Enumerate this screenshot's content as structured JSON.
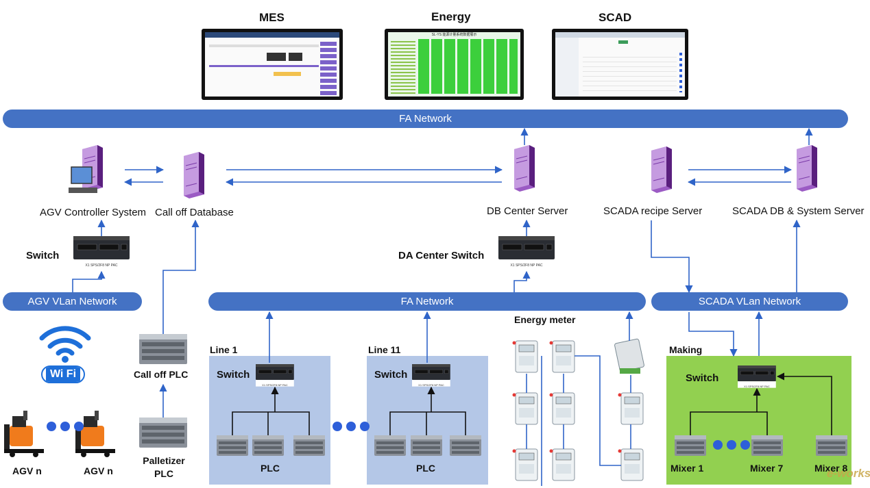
{
  "screens": {
    "mes_label": "MES",
    "energy_label": "Energy",
    "scada_label": "SCAD",
    "energy_screen_title": "SL-YS 能源计量系统数据展示"
  },
  "networks": {
    "fa_top": "FA Network",
    "agv_vlan": "AGV VLan Network",
    "fa_middle": "FA Network",
    "scada_vlan": "SCADA VLan Network"
  },
  "servers": {
    "agv_controller": "AGV Controller System",
    "calloff_db": "Call off Database",
    "db_center": "DB Center Server",
    "scada_recipe": "SCADA recipe Server",
    "scada_db": "SCADA DB & System Server"
  },
  "switches": {
    "agv_switch": "Switch",
    "da_center_switch": "DA Center Switch",
    "line1_switch": "Switch",
    "line11_switch": "Switch",
    "making_switch": "Switch"
  },
  "devices": {
    "calloff_plc": "Call off PLC",
    "palletizer_plc": "Palletizer PLC",
    "energy_meter": "Energy meter",
    "wifi_badge": "Wi Fi",
    "agv_1": "AGV n",
    "agv_2": "AGV n"
  },
  "areas": {
    "line1": "Line 1",
    "line11": "Line 11",
    "making": "Making",
    "line1_plc": "PLC",
    "line11_plc": "PLC",
    "mixer1": "Mixer 1",
    "mixer7": "Mixer 7",
    "mixer8": "Mixer 8"
  },
  "switch_caption": "X1 SPS/2F8 NP PAC",
  "watermark": "e-works",
  "colors": {
    "network_blue": "#4472c4",
    "line_panel": "#b4c7e7",
    "making_panel": "#92d050",
    "server_purple": "#7030a0",
    "arrow_blue": "#2f64c8",
    "dot_blue": "#2e5fd9"
  }
}
